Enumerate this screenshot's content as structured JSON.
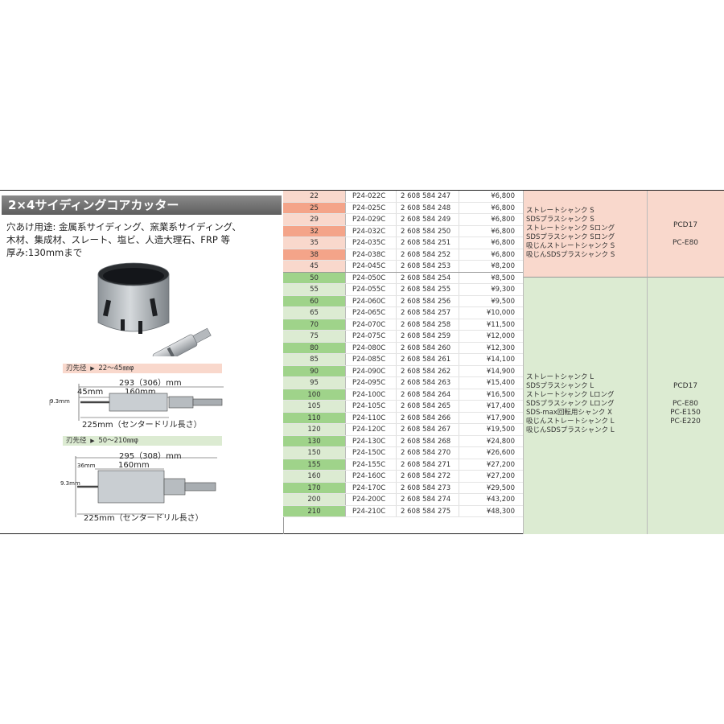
{
  "title": "2×4サイディングコアカッター",
  "description": [
    "穴あけ用途: 金属系サイディング、窯業系サイディング、",
    "木材、集成材、スレート、塩ビ、人造大理石、FRP 等",
    "厚み:130mmまで"
  ],
  "diagram_small": {
    "range_label": "刃先径",
    "range_value": "22～45㎜φ",
    "overall": "293（306）mm",
    "left_dim": "45mm",
    "body_dim": "160mm",
    "drill_dia": "9.3mm",
    "drill_len": "225mm（センタードリル長さ）"
  },
  "diagram_large": {
    "range_label": "刃先径",
    "range_value": "50～210㎜φ",
    "overall": "295（308）mm",
    "left_dim": "36mm",
    "body_dim": "160mm",
    "drill_dia": "9.3mm",
    "drill_len": "225mm（センタードリル長さ）"
  },
  "rows": [
    {
      "size": "22",
      "code": "P24-022C",
      "ean": "2 608 584 247",
      "price": "¥6,800"
    },
    {
      "size": "25",
      "code": "P24-025C",
      "ean": "2 608 584 248",
      "price": "¥6,800"
    },
    {
      "size": "29",
      "code": "P24-029C",
      "ean": "2 608 584 249",
      "price": "¥6,800"
    },
    {
      "size": "32",
      "code": "P24-032C",
      "ean": "2 608 584 250",
      "price": "¥6,800"
    },
    {
      "size": "35",
      "code": "P24-035C",
      "ean": "2 608 584 251",
      "price": "¥6,800"
    },
    {
      "size": "38",
      "code": "P24-038C",
      "ean": "2 608 584 252",
      "price": "¥6,800"
    },
    {
      "size": "45",
      "code": "P24-045C",
      "ean": "2 608 584 253",
      "price": "¥8,200"
    },
    {
      "size": "50",
      "code": "P24-050C",
      "ean": "2 608 584 254",
      "price": "¥8,500"
    },
    {
      "size": "55",
      "code": "P24-055C",
      "ean": "2 608 584 255",
      "price": "¥9,300"
    },
    {
      "size": "60",
      "code": "P24-060C",
      "ean": "2 608 584 256",
      "price": "¥9,500"
    },
    {
      "size": "65",
      "code": "P24-065C",
      "ean": "2 608 584 257",
      "price": "¥10,000"
    },
    {
      "size": "70",
      "code": "P24-070C",
      "ean": "2 608 584 258",
      "price": "¥11,500"
    },
    {
      "size": "75",
      "code": "P24-075C",
      "ean": "2 608 584 259",
      "price": "¥12,000"
    },
    {
      "size": "80",
      "code": "P24-080C",
      "ean": "2 608 584 260",
      "price": "¥12,300"
    },
    {
      "size": "85",
      "code": "P24-085C",
      "ean": "2 608 584 261",
      "price": "¥14,100"
    },
    {
      "size": "90",
      "code": "P24-090C",
      "ean": "2 608 584 262",
      "price": "¥14,900"
    },
    {
      "size": "95",
      "code": "P24-095C",
      "ean": "2 608 584 263",
      "price": "¥15,400"
    },
    {
      "size": "100",
      "code": "P24-100C",
      "ean": "2 608 584 264",
      "price": "¥16,500"
    },
    {
      "size": "105",
      "code": "P24-105C",
      "ean": "2 608 584 265",
      "price": "¥17,400"
    },
    {
      "size": "110",
      "code": "P24-110C",
      "ean": "2 608 584 266",
      "price": "¥17,900"
    },
    {
      "size": "120",
      "code": "P24-120C",
      "ean": "2 608 584 267",
      "price": "¥19,500"
    },
    {
      "size": "130",
      "code": "P24-130C",
      "ean": "2 608 584 268",
      "price": "¥24,800"
    },
    {
      "size": "150",
      "code": "P24-150C",
      "ean": "2 608 584 270",
      "price": "¥26,600"
    },
    {
      "size": "155",
      "code": "P24-155C",
      "ean": "2 608 584 271",
      "price": "¥27,200"
    },
    {
      "size": "160",
      "code": "P24-160C",
      "ean": "2 608 584 272",
      "price": "¥27,200"
    },
    {
      "size": "170",
      "code": "P24-170C",
      "ean": "2 608 584 273",
      "price": "¥29,500"
    },
    {
      "size": "200",
      "code": "P24-200C",
      "ean": "2 608 584 274",
      "price": "¥43,200"
    },
    {
      "size": "210",
      "code": "P24-210C",
      "ean": "2 608 584 275",
      "price": "¥48,300"
    }
  ],
  "group_small": {
    "shanks": [
      "ストレートシャンク S",
      "SDSプラスシャンク S",
      "ストレートシャンク Sロング",
      "SDSプラスシャンク Sロング",
      "吸じんストレートシャンク S",
      "吸じんSDSプラスシャンク S"
    ],
    "accessories": [
      "PCD17",
      "",
      "PC-E80"
    ]
  },
  "group_large": {
    "shanks": [
      "ストレートシャンク L",
      "SDSプラスシャンク L",
      "ストレートシャンク Lロング",
      "SDSプラスシャンク Lロング",
      "SDS-max回転用シャンク X",
      "吸じんストレートシャンク L",
      "吸じんSDSプラスシャンク L"
    ],
    "accessories": [
      "PCD17",
      "",
      "PC-E80",
      "PC-E150",
      "PC-E220"
    ]
  },
  "colors": {
    "pink_light": "#f9d8cc",
    "pink_dark": "#f4a489",
    "green_light": "#dcebd2",
    "green_dark": "#9fd38a",
    "title_bar": "#6e6e6e"
  }
}
